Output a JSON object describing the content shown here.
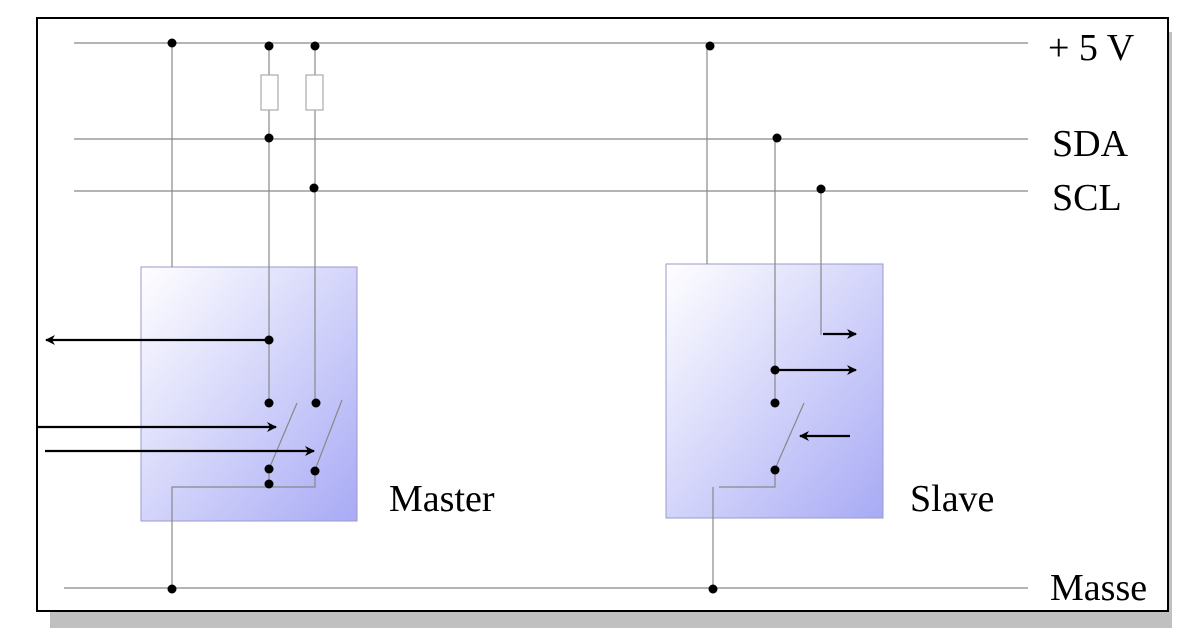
{
  "diagram": {
    "title": "I2C bus schematic",
    "bus_lines": [
      {
        "id": "vcc",
        "label": "+ 5 V"
      },
      {
        "id": "sda",
        "label": "SDA"
      },
      {
        "id": "scl",
        "label": "SCL"
      },
      {
        "id": "gnd",
        "label": "Masse"
      }
    ],
    "devices": [
      {
        "id": "master",
        "label": "Master"
      },
      {
        "id": "slave",
        "label": "Slave"
      }
    ],
    "components": {
      "pullup_resistors": 2,
      "master_switches": 2,
      "slave_switches": 1
    },
    "colors": {
      "wire": "#888888",
      "dot": "#000000",
      "device_fill_start": "#ffffff",
      "device_fill_end": "#a8aaf5",
      "device_border": "#9a9acc",
      "shadow": "#c0c0c0",
      "frame": "#000000"
    }
  }
}
